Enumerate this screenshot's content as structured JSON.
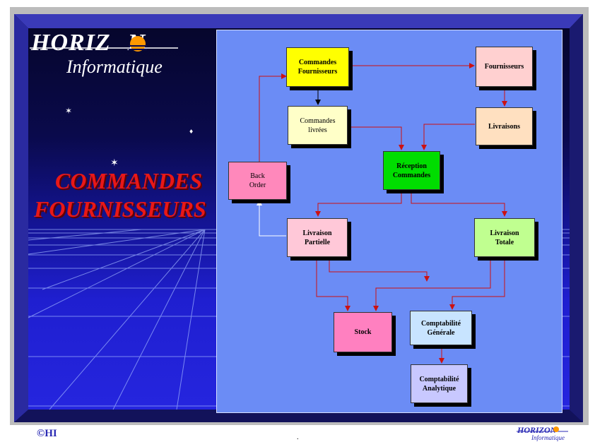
{
  "logo": {
    "name": "HORIZON",
    "subtitle": "Informatique"
  },
  "title": {
    "line1": "COMMANDES",
    "line2": "FOURNISSEURS"
  },
  "nodes": {
    "commandes_fournisseurs": {
      "line1": "Commandes",
      "line2": "Fournisseurs",
      "color": "#ffff00"
    },
    "fournisseurs": {
      "line1": "Fournisseurs",
      "color": "#ffd0d0"
    },
    "commandes_livrees": {
      "line1": "Commandes",
      "line2": "livrées",
      "color": "#ffffc8"
    },
    "livraisons": {
      "line1": "Livraisons",
      "color": "#ffe0c0"
    },
    "reception_commandes": {
      "line1": "Réception",
      "line2": "Commandes",
      "color": "#00dd00"
    },
    "back_order": {
      "line1": "Back",
      "line2": "Order",
      "color": "#ff88bb"
    },
    "livraison_partielle": {
      "line1": "Livraison",
      "line2": "Partielle",
      "color": "#ffc8d8"
    },
    "livraison_totale": {
      "line1": "Livraison",
      "line2": "Totale",
      "color": "#c0ff90"
    },
    "stock": {
      "line1": "Stock",
      "color": "#ff80c0"
    },
    "comptabilite_generale": {
      "line1": "Comptabilité",
      "line2": "Générale",
      "color": "#c8e4ff"
    },
    "comptabilite_analytique": {
      "line1": "Comptabilité",
      "line2": "Analytique",
      "color": "#c8c8ff"
    }
  },
  "footer": {
    "left": "©HI",
    "center": ".",
    "logo": "HORIZON",
    "logo_sub": "Informatique"
  },
  "colors": {
    "arrow": "#cc1111",
    "panel": "#6b8cf5",
    "title": "#e81818"
  }
}
